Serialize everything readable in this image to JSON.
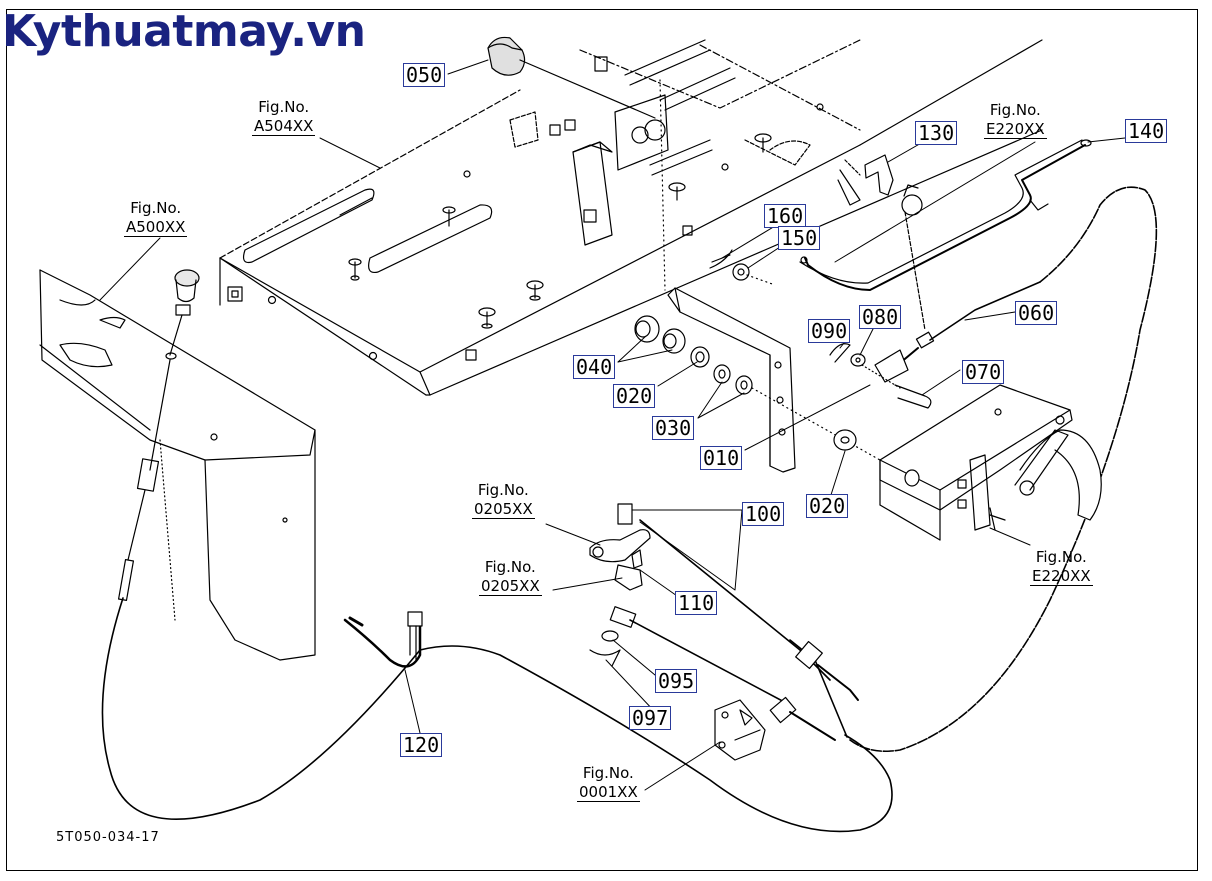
{
  "watermark": "Kythuatmay.vn",
  "footer_code": "5T050-034-17",
  "fig_refs": {
    "a504": {
      "label": "Fig.No.",
      "number": "A504XX"
    },
    "a500": {
      "label": "Fig.No.",
      "number": "A500XX"
    },
    "e220_top": {
      "label": "Fig.No.",
      "number": "E220XX"
    },
    "e220_bottom": {
      "label": "Fig.No.",
      "number": "E220XX"
    },
    "f0205_upper": {
      "label": "Fig.No.",
      "number": "0205XX"
    },
    "f0205_lower": {
      "label": "Fig.No.",
      "number": "0205XX"
    },
    "f0001": {
      "label": "Fig.No.",
      "number": "0001XX"
    }
  },
  "parts": {
    "p050": "050",
    "p130": "130",
    "p140": "140",
    "p160": "160",
    "p150": "150",
    "p060": "060",
    "p090": "090",
    "p080": "080",
    "p070": "070",
    "p040": "040",
    "p020a": "020",
    "p030": "030",
    "p010": "010",
    "p020b": "020",
    "p100": "100",
    "p110": "110",
    "p095": "095",
    "p097": "097",
    "p120": "120"
  },
  "colors": {
    "watermark": "#1a2380",
    "label_border": "#2a3a9a",
    "line": "#000000"
  }
}
